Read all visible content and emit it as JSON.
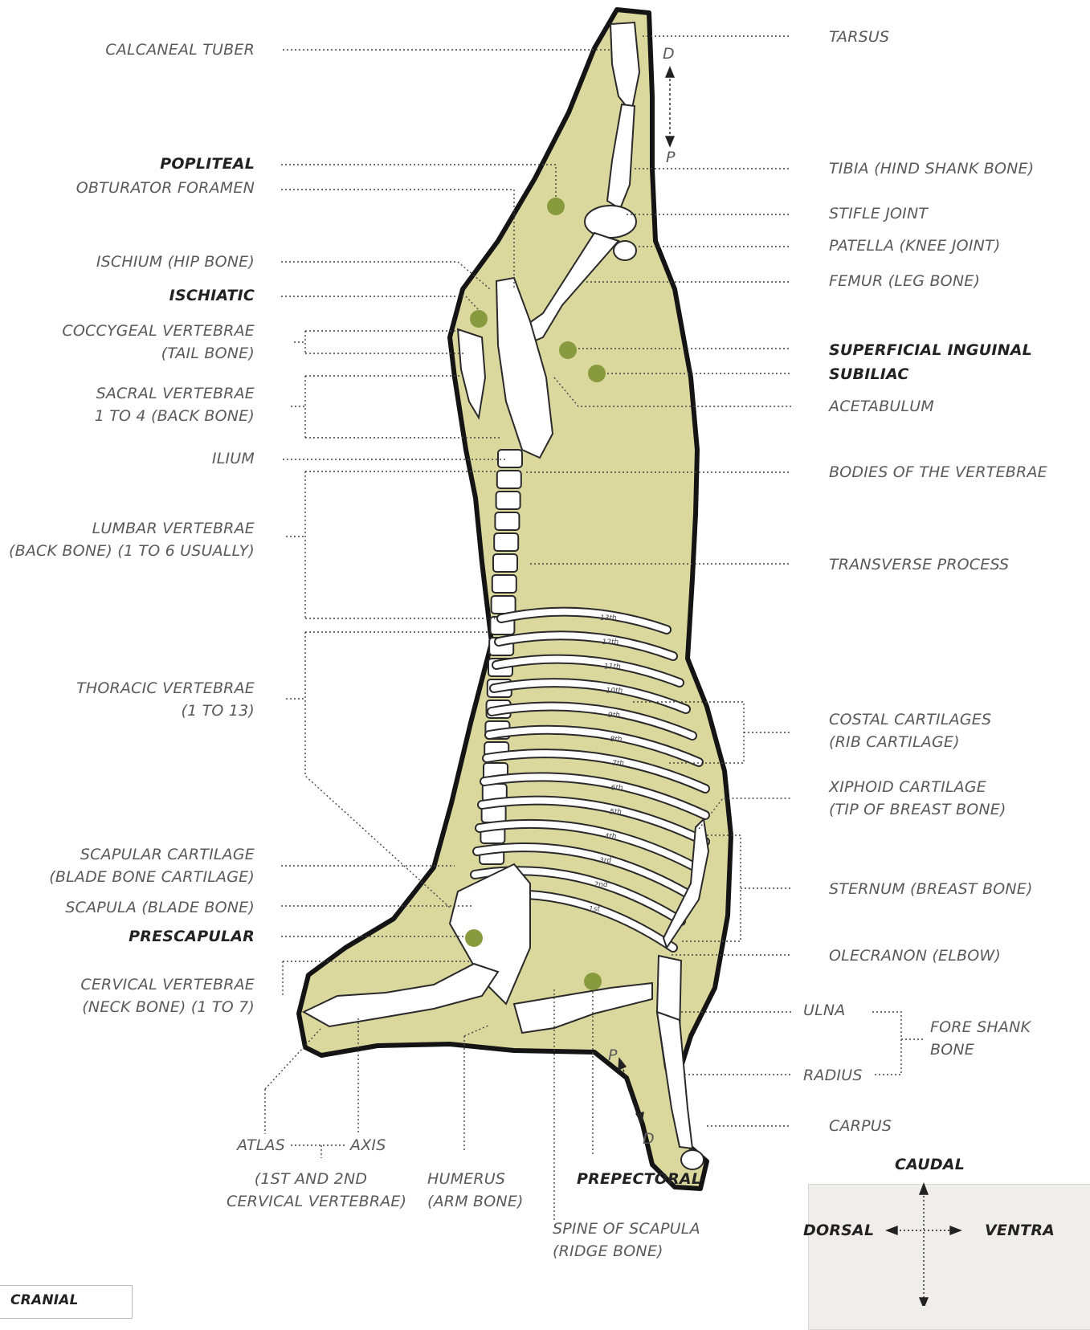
{
  "labels_left": [
    {
      "id": "calcaneal-tuber",
      "lines": [
        "CALCANEAL TUBER"
      ],
      "bold": false
    },
    {
      "id": "popliteal",
      "lines": [
        "POPLITEAL"
      ],
      "bold": true
    },
    {
      "id": "obturator-foramen",
      "lines": [
        "OBTURATOR FORAMEN"
      ],
      "bold": false
    },
    {
      "id": "ischium",
      "lines": [
        "ISCHIUM (HIP BONE)"
      ],
      "bold": false
    },
    {
      "id": "ischiatic",
      "lines": [
        "ISCHIATIC"
      ],
      "bold": true
    },
    {
      "id": "coccygeal-vertebrae",
      "lines": [
        "COCCYGEAL VERTEBRAE",
        "(TAIL BONE)"
      ],
      "bold": false
    },
    {
      "id": "sacral-vertebrae",
      "lines": [
        "SACRAL VERTEBRAE",
        "1 TO 4 (BACK BONE)"
      ],
      "bold": false
    },
    {
      "id": "ilium",
      "lines": [
        "ILIUM"
      ],
      "bold": false
    },
    {
      "id": "lumbar-vertebrae",
      "lines": [
        "LUMBAR VERTEBRAE",
        "(BACK BONE) (1 TO 6 USUALLY)"
      ],
      "bold": false
    },
    {
      "id": "thoracic-vertebrae",
      "lines": [
        "THORACIC VERTEBRAE",
        "(1 TO 13)"
      ],
      "bold": false
    },
    {
      "id": "scapular-cartilage",
      "lines": [
        "SCAPULAR CARTILAGE",
        "(BLADE BONE CARTILAGE)"
      ],
      "bold": false
    },
    {
      "id": "scapula",
      "lines": [
        "SCAPULA (BLADE BONE)"
      ],
      "bold": false
    },
    {
      "id": "prescapular",
      "lines": [
        "PRESCAPULAR"
      ],
      "bold": true
    },
    {
      "id": "cervical-vertebrae",
      "lines": [
        "CERVICAL VERTEBRAE",
        "(NECK BONE) (1 TO 7)"
      ],
      "bold": false
    }
  ],
  "labels_right": [
    {
      "id": "tarsus",
      "lines": [
        "TARSUS"
      ],
      "bold": false
    },
    {
      "id": "tibia",
      "lines": [
        "TIBIA (HIND SHANK BONE)"
      ],
      "bold": false
    },
    {
      "id": "stifle-joint",
      "lines": [
        "STIFLE JOINT"
      ],
      "bold": false
    },
    {
      "id": "patella",
      "lines": [
        "PATELLA (KNEE JOINT)"
      ],
      "bold": false
    },
    {
      "id": "femur",
      "lines": [
        "FEMUR (LEG BONE)"
      ],
      "bold": false
    },
    {
      "id": "superficial-inguinal",
      "lines": [
        "SUPERFICIAL INGUINAL"
      ],
      "bold": true
    },
    {
      "id": "subiliac",
      "lines": [
        "SUBILIAC"
      ],
      "bold": true
    },
    {
      "id": "acetabulum",
      "lines": [
        "ACETABULUM"
      ],
      "bold": false
    },
    {
      "id": "bodies-vertebrae",
      "lines": [
        "BODIES OF THE VERTEBRAE"
      ],
      "bold": false
    },
    {
      "id": "transverse-process",
      "lines": [
        "TRANSVERSE PROCESS"
      ],
      "bold": false
    },
    {
      "id": "costal-cartilages",
      "lines": [
        "COSTAL CARTILAGES",
        "(RIB CARTILAGE)"
      ],
      "bold": false
    },
    {
      "id": "xiphoid-cartilage",
      "lines": [
        "XIPHOID CARTILAGE",
        "(TIP OF BREAST BONE)"
      ],
      "bold": false
    },
    {
      "id": "sternum",
      "lines": [
        "STERNUM (BREAST BONE)"
      ],
      "bold": false
    },
    {
      "id": "olecranon",
      "lines": [
        "OLECRANON (ELBOW)"
      ],
      "bold": false
    },
    {
      "id": "ulna",
      "lines": [
        "ULNA"
      ],
      "bold": false
    },
    {
      "id": "fore-shank-bone",
      "lines": [
        "FORE SHANK",
        "BONE"
      ],
      "bold": false
    },
    {
      "id": "radius",
      "lines": [
        "RADIUS"
      ],
      "bold": false
    },
    {
      "id": "carpus",
      "lines": [
        "CARPUS"
      ],
      "bold": false
    }
  ],
  "labels_bottom": [
    {
      "id": "atlas",
      "lines": [
        "ATLAS"
      ],
      "bold": false
    },
    {
      "id": "axis",
      "lines": [
        "AXIS"
      ],
      "bold": false
    },
    {
      "id": "atlas-axis-note",
      "lines": [
        "(1ST AND 2ND",
        "CERVICAL VERTEBRAE)"
      ],
      "bold": false
    },
    {
      "id": "humerus",
      "lines": [
        "HUMERUS",
        "(ARM BONE)"
      ],
      "bold": false
    },
    {
      "id": "prepectoral",
      "lines": [
        "PREPECTORAL"
      ],
      "bold": true
    },
    {
      "id": "spine-of-scapula",
      "lines": [
        "SPINE OF SCAPULA",
        "(RIDGE BONE)"
      ],
      "bold": false
    }
  ],
  "rib_labels": [
    "13th",
    "12th",
    "11th",
    "10th",
    "9th",
    "8th",
    "7th",
    "6th",
    "5th",
    "4th",
    "3rd",
    "2nd",
    "1st"
  ],
  "axis_markers": {
    "top_distal": "D",
    "top_proximal": "P",
    "bottom_proximal": "P",
    "bottom_distal": "D"
  },
  "direction_box": {
    "caudal": "CAUDAL",
    "dorsal": "DORSAL",
    "ventral": "VENTRA"
  },
  "cranial_box": {
    "label": "CRANIAL"
  },
  "colors": {
    "carcass_fill": "#dbd89e",
    "outline": "#141414",
    "lymph_node": "#879a3e",
    "bone": "#ffffff",
    "leader": "#444444"
  }
}
